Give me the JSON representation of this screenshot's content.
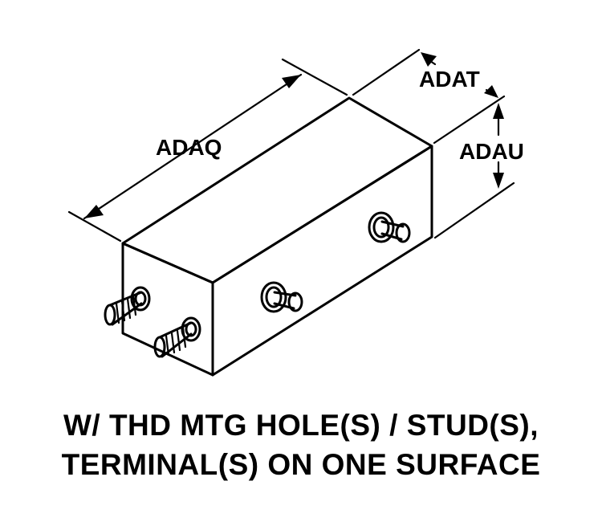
{
  "dimensions": {
    "length_label": "ADAQ",
    "width_label": "ADAT",
    "height_label": "ADAU"
  },
  "caption": {
    "line1": "W/ THD MTG HOLE(S) / STUD(S),",
    "line2": "TERMINAL(S) ON ONE SURFACE"
  }
}
